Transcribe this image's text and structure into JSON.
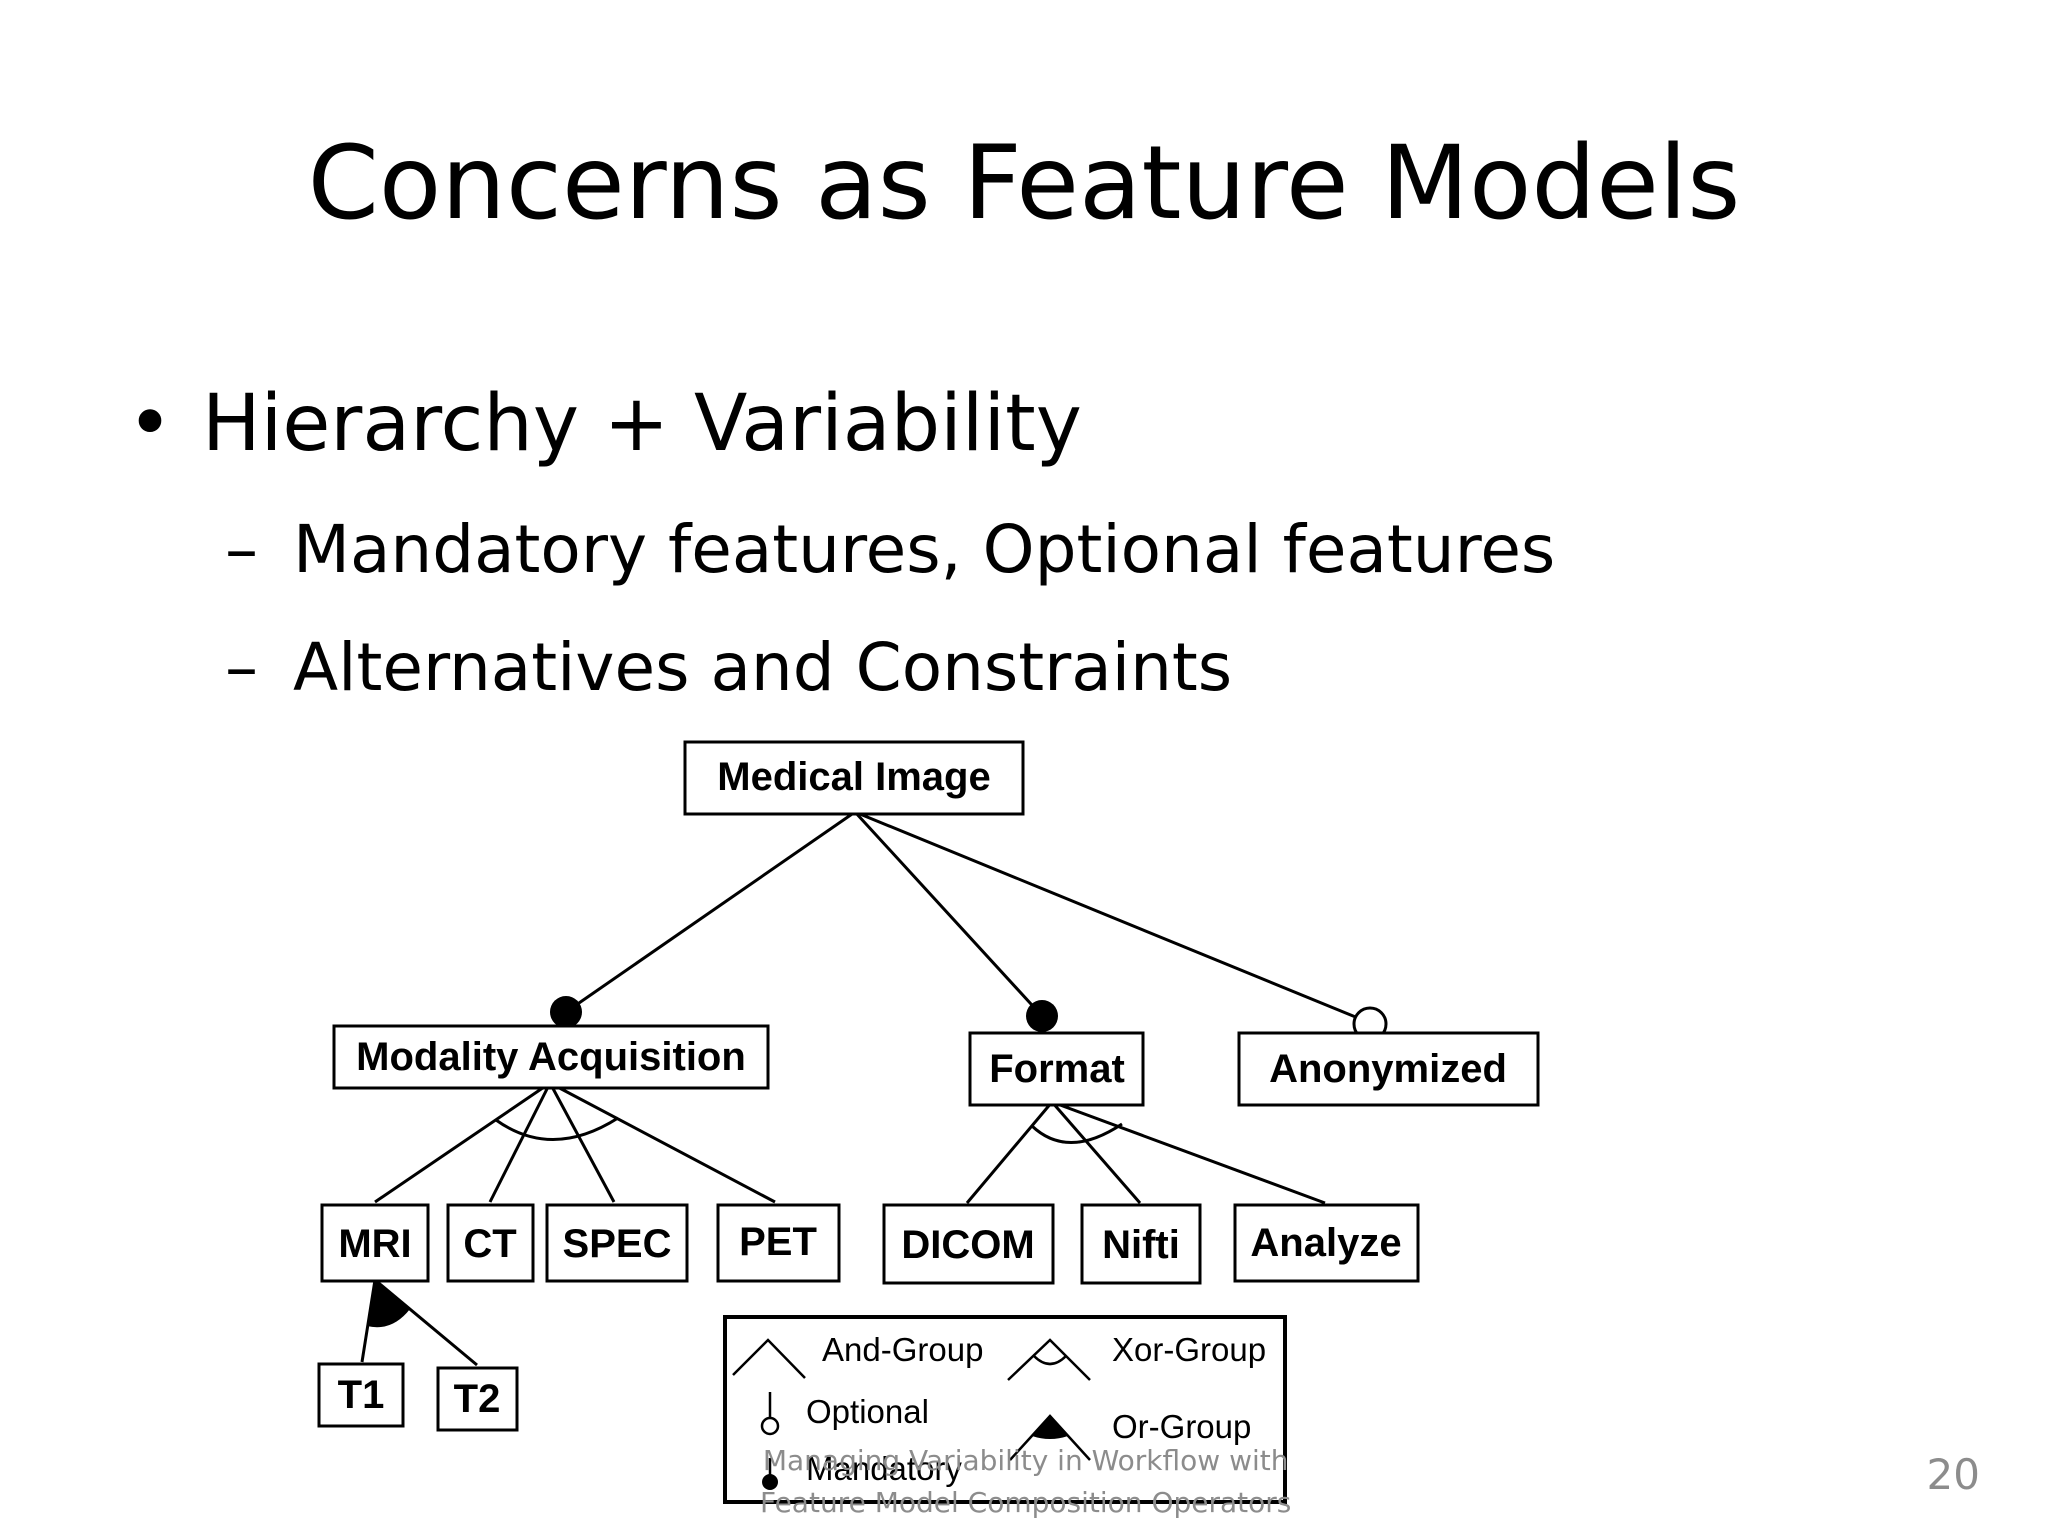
{
  "slide": {
    "title": "Concerns as Feature Models",
    "page_number": "20",
    "footer_line1": "Managing Variability in Workflow with",
    "footer_line2": "Feature Model Composition Operators"
  },
  "bullets": {
    "level1": [
      {
        "mark": "•",
        "text": "Hierarchy + Variability"
      }
    ],
    "level2": [
      {
        "mark": "–",
        "text": "Mandatory features, Optional features"
      },
      {
        "mark": "–",
        "text": "Alternatives and Constraints"
      }
    ]
  },
  "feature_model": {
    "root": "Medical Image",
    "children": [
      {
        "name": "Modality Acquisition",
        "kind": "mandatory",
        "group": "xor",
        "children": [
          "MRI",
          "CT",
          "SPEC",
          "PET"
        ]
      },
      {
        "name": "Format",
        "kind": "mandatory",
        "group": "xor",
        "children": [
          "DICOM",
          "Nifti",
          "Analyze"
        ]
      },
      {
        "name": "Anonymized",
        "kind": "optional"
      }
    ],
    "mri_group": {
      "group": "or",
      "children": [
        "T1",
        "T2"
      ]
    }
  },
  "legend": {
    "and_group": "And-Group",
    "xor_group": "Xor-Group",
    "optional": "Optional",
    "or_group": "Or-Group",
    "mandatory": "Mandatory"
  }
}
